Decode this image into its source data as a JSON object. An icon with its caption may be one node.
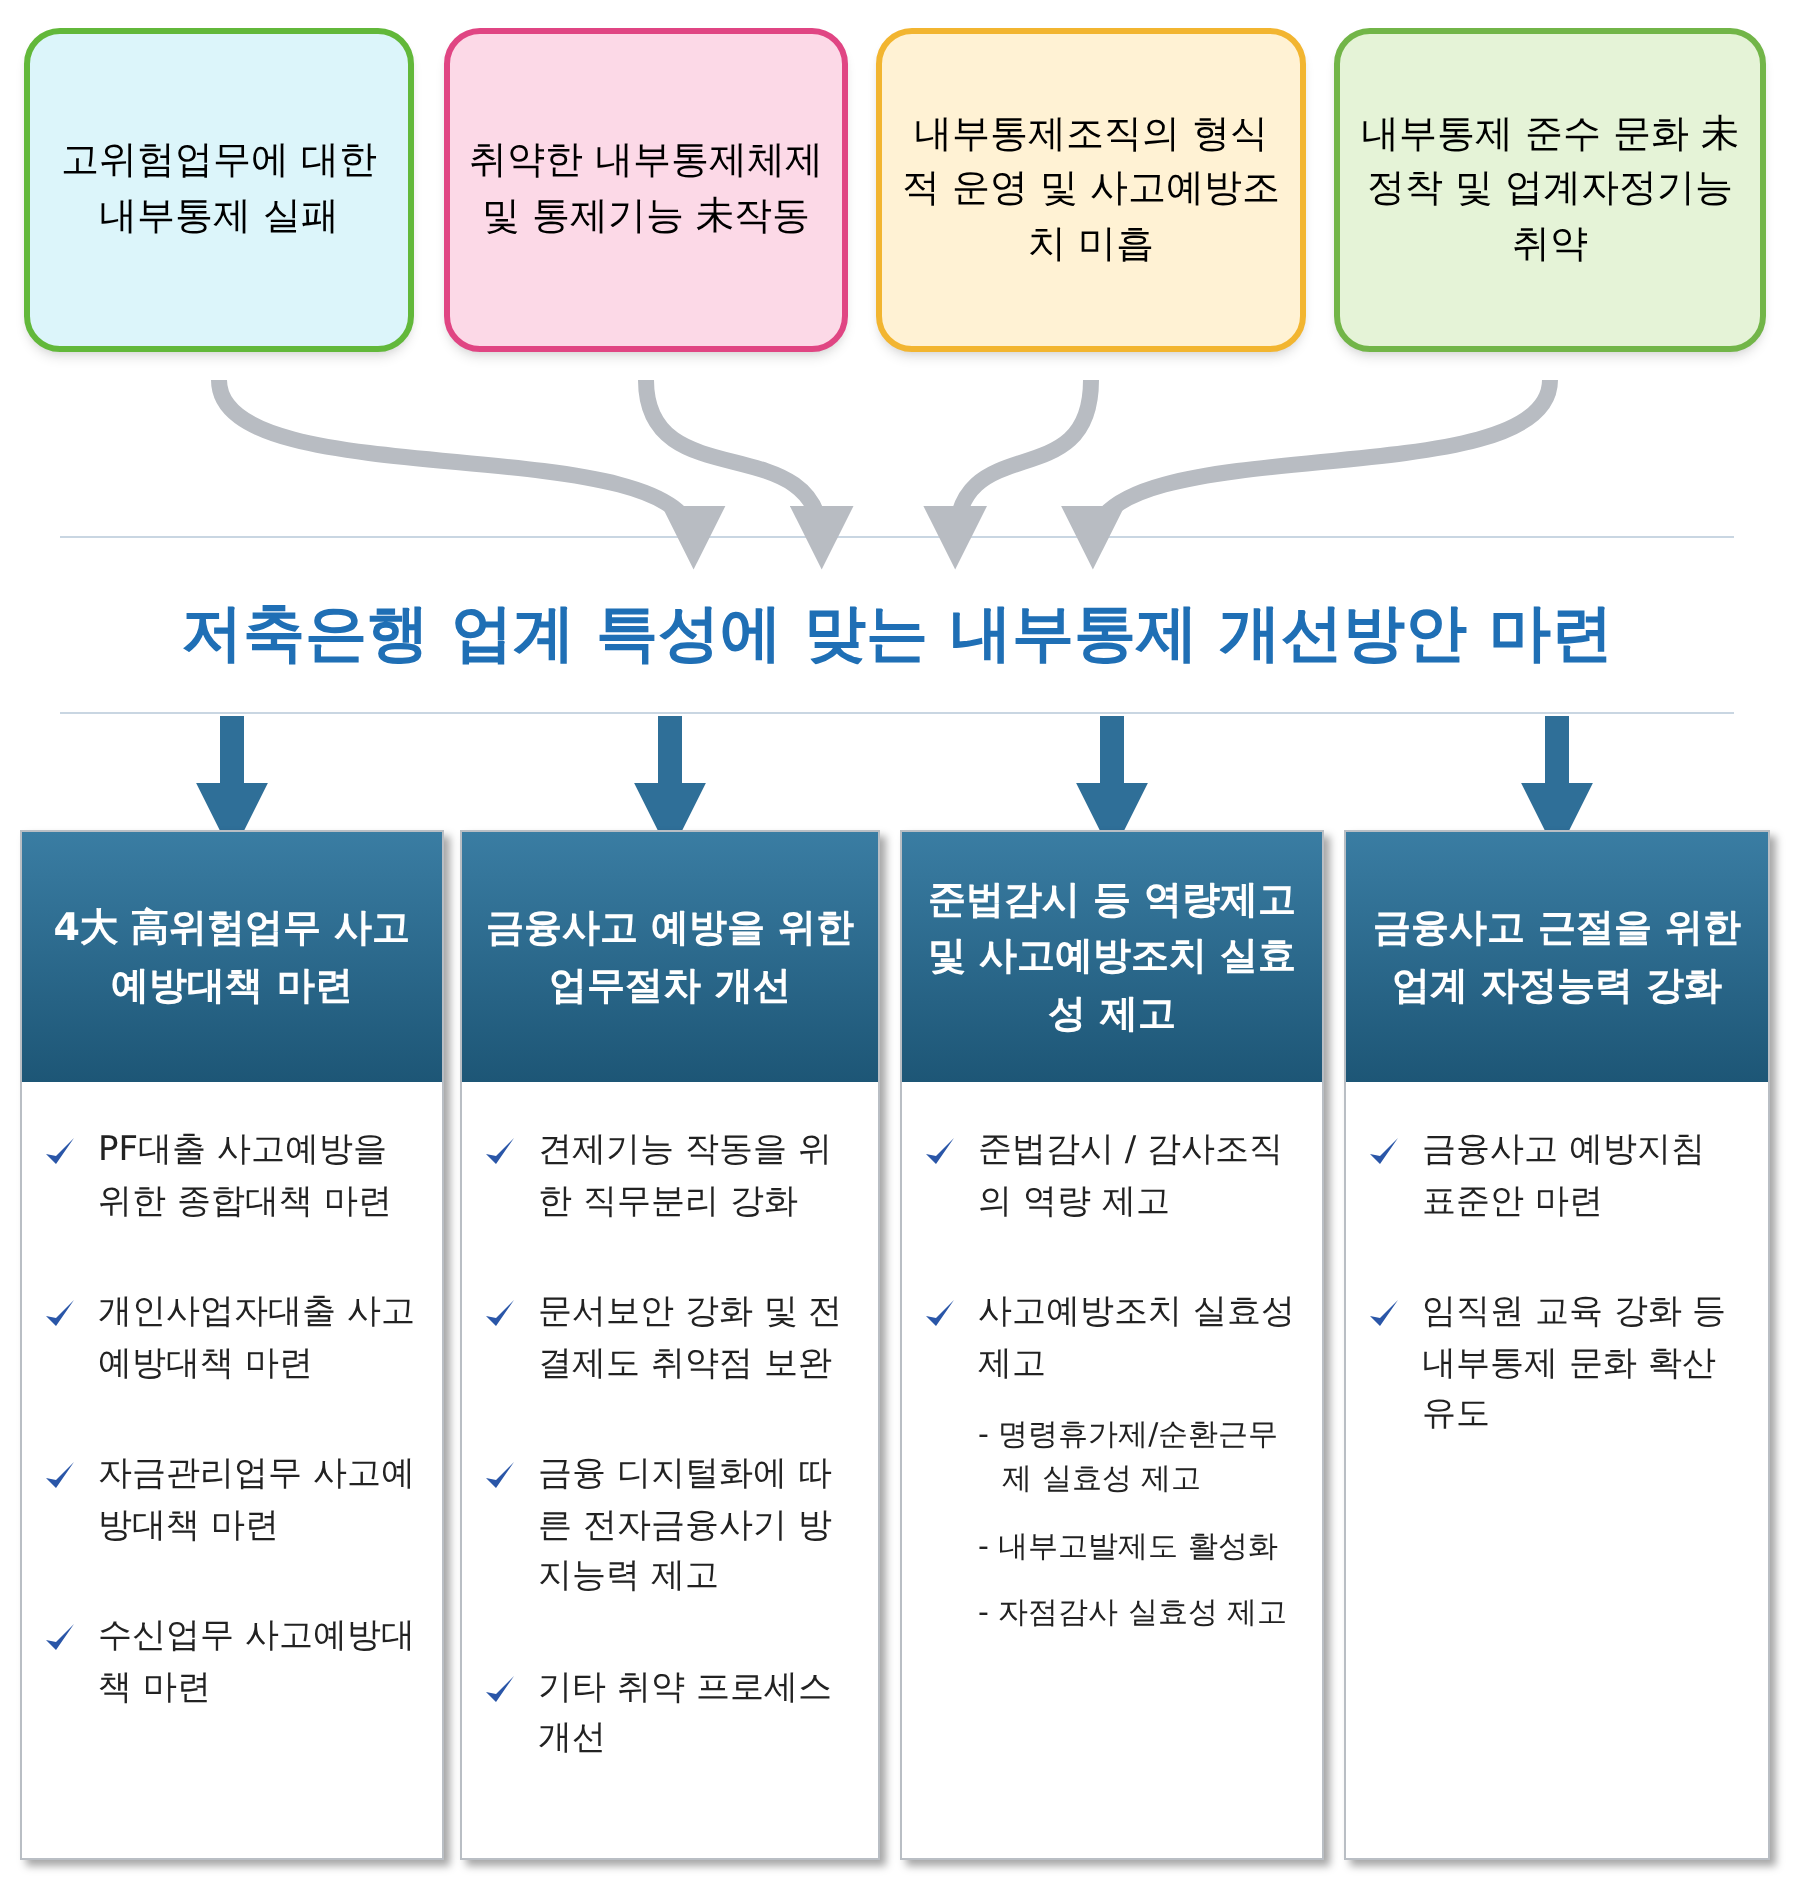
{
  "diagram": {
    "nodes": [
      {
        "text": [
          "고위험업무에 대한 내부통제 실패"
        ]
      },
      {
        "text": [
          "취약한 내부통제체제 및 통제기능 未작동"
        ]
      },
      {
        "text": [
          "내부통제조직의 형식적 운영 및 사고예방조치 미흡"
        ]
      },
      {
        "text": [
          "내부통제 준수 문화 未정착 및 업계자정기능 취약"
        ]
      },
      {
        "text": [
          "저축은행 업계 특성에 맞는 **내부통제 개선방안** 마련"
        ]
      },
      {
        "text": [
          "4大 高위험업무 사고예방대책 마련",
          "PF대출 사고예방을 위한 종합대책 마련",
          "개인사업자대출 사고예방대책 마련",
          "자금관리업무 사고예방대책 마련",
          "수신업무 사고예방대책 마련"
        ]
      },
      {
        "text": [
          "금융사고 예방을 위한 업무절차 개선",
          "견제기능 작동을 위한 직무분리 강화",
          "문서보안 강화 및 전결제도 취약점 보완",
          "금융 디지털화에 따른 전자금융사기 방지능력 제고",
          "기타 취약 프로세스 개선"
        ]
      },
      {
        "text": [
          "준법감시 등 역량제고 및 사고예방조치 실효성 제고",
          "준법감시 / 감사조직의 역량 제고",
          "사고예방조치 실효성 제고",
          "- 명령휴가제/순환근무제 실효성 제고",
          "- 내부고발제도 활성화",
          "- 자점감사 실효성 제고"
        ]
      },
      {
        "text": [
          "금융사고 근절을 위한 업계 자정능력 강화",
          "금융사고 예방지침 표준안 마련",
          "임직원 교육 강화 등 내부통제 문화 확산 유도"
        ]
      }
    ],
    "edges": [
      {
        "from": 0,
        "to": 4,
        "arrow": "to",
        "color": "#b8bcc2"
      },
      {
        "from": 1,
        "to": 4,
        "arrow": "to",
        "color": "#b8bcc2"
      },
      {
        "from": 2,
        "to": 4,
        "arrow": "to",
        "color": "#b8bcc2"
      },
      {
        "from": 3,
        "to": 4,
        "arrow": "to",
        "color": "#b8bcc2"
      },
      {
        "from": 4,
        "to": 5,
        "arrow": "to",
        "color": "#2f6f98"
      },
      {
        "from": 4,
        "to": 6,
        "arrow": "to",
        "color": "#2f6f98"
      },
      {
        "from": 4,
        "to": 7,
        "arrow": "to",
        "color": "#2f6f98"
      },
      {
        "from": 4,
        "to": 8,
        "arrow": "to",
        "color": "#2f6f98"
      }
    ]
  }
}
